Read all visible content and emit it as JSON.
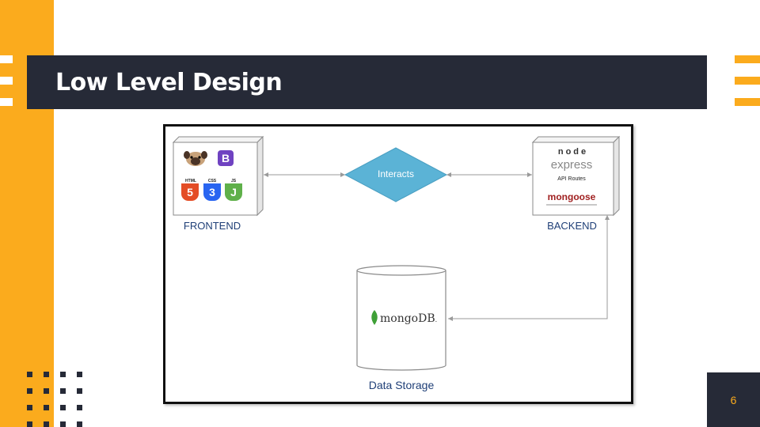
{
  "slide": {
    "title": "Low Level Design",
    "page_number": "6"
  },
  "diagram": {
    "frontend": {
      "label": "FRONTEND",
      "logos": [
        "pug-logo",
        "bootstrap-logo",
        "html5-logo",
        "css3-logo",
        "javascript-logo"
      ],
      "logo_text": {
        "bootstrap": "B",
        "html": "HTML",
        "css": "CSS",
        "js": "JS",
        "html_shield": "5",
        "css_shield": "3",
        "js_shield": "J"
      }
    },
    "connector": {
      "label": "Interacts"
    },
    "backend": {
      "label": "BACKEND",
      "node_text": "node",
      "express_text": "express",
      "api_routes": "API Routes",
      "mongoose_text": "mongoose"
    },
    "storage": {
      "label": "Data Storage",
      "mongodb_text": "mongoDB",
      "mongodb_mark": "."
    }
  },
  "colors": {
    "accent": "#fbab1d",
    "dark": "#262a37",
    "diamond": "#5bb3d6",
    "label": "#1f3f77"
  }
}
